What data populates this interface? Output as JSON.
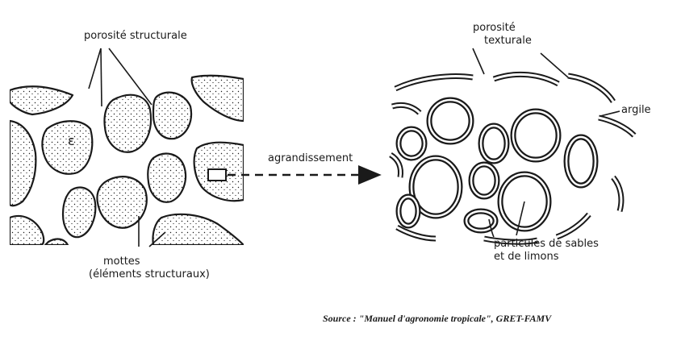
{
  "labels": {
    "porosite_structurale": "porosité structurale",
    "porosite_texturale_1": "porosité",
    "porosite_texturale_2": "texturale",
    "argile": "argile",
    "agrandissement": "agrandissement",
    "mottes_1": "mottes",
    "mottes_2": "(éléments structuraux)",
    "particules_1": "particules de sables",
    "particules_2": "et de limons"
  },
  "source": "Source : \"Manuel d'agronomie tropicale\", GRET-FAMV",
  "colors": {
    "ink": "#1a1a1a",
    "background": "#ffffff"
  }
}
